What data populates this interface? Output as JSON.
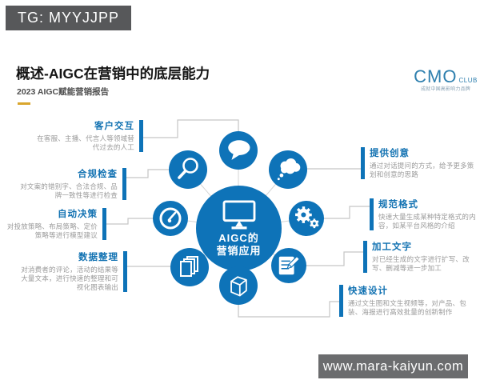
{
  "page": {
    "tg_badge": "TG: MYYJJPP",
    "url_bar": "www.mara-kaiyun.com"
  },
  "header": {
    "title": "概述-AIGC在营销中的底层能力",
    "subtitle": "2023 AIGC赋能营销报告",
    "logo": {
      "main": "CMO",
      "sub": "CLUB",
      "tagline": "成就中国高影响力品牌"
    }
  },
  "diagram": {
    "center": {
      "label_line1": "AIGC的",
      "label_line2": "营销应用",
      "icon": "monitor-icon"
    },
    "left_items": [
      {
        "title": "客户交互",
        "desc": "在客服、主播、代言人等领域替代过去的人工",
        "icon": "chat-bubble-icon"
      },
      {
        "title": "合规检查",
        "desc": "对文案的错别字、合法合规、品牌一致性等进行检查",
        "icon": "magnifier-icon"
      },
      {
        "title": "自动决策",
        "desc": "对投放策略、布局策略、定价策略等进行模型建议",
        "icon": "gauge-icon"
      },
      {
        "title": "数据整理",
        "desc": "对消费者的评论，活动的结果等大量文本，进行快速的整理和可视化图表输出",
        "icon": "documents-icon"
      }
    ],
    "right_items": [
      {
        "title": "提供创意",
        "desc": "通过对话提问的方式，给予更多策划和创意的思路",
        "icon": "thought-cloud-icon"
      },
      {
        "title": "规范格式",
        "desc": "快速大量生成某种特定格式的内容，如某平台风格的介绍",
        "icon": "gears-icon"
      },
      {
        "title": "加工文字",
        "desc": "对已经生成的文字进行扩写、改写、删减等进一步加工",
        "icon": "notepad-pencil-icon"
      },
      {
        "title": "快速设计",
        "desc": "通过文生图和文生视频等，对产品、包装、海报进行高效批量的创新制作",
        "icon": "cube-icon"
      }
    ]
  },
  "colors": {
    "accent_blue": "#0e73b8",
    "badge_gray": "#57585a",
    "gold_dash": "#d9a62e",
    "connector_gray": "#c5c5c5"
  }
}
